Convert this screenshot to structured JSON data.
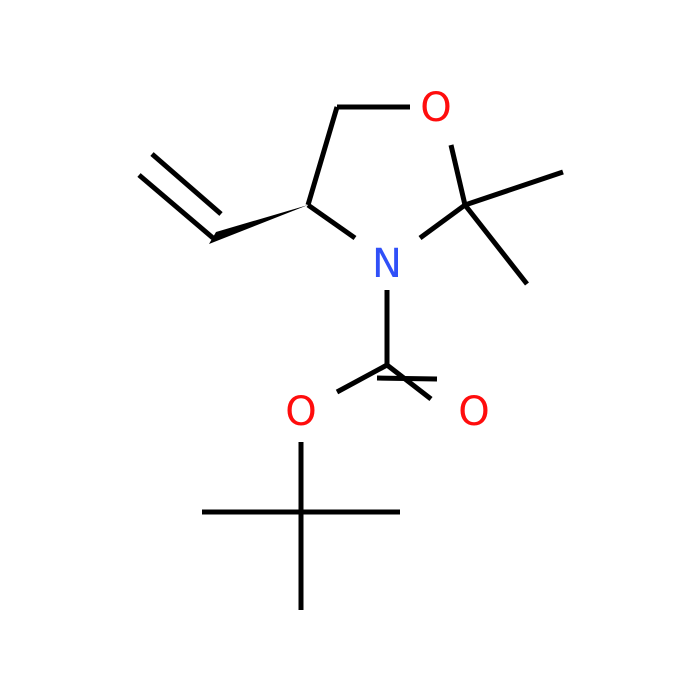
{
  "atoms": {
    "ring_oxygen": "O",
    "nitrogen": "N",
    "ester_oxygen": "O",
    "carbonyl_oxygen": "O"
  },
  "colors": {
    "oxygen": "#ff0d0d",
    "nitrogen": "#3050f8",
    "bond": "#000000",
    "background": "#ffffff"
  }
}
